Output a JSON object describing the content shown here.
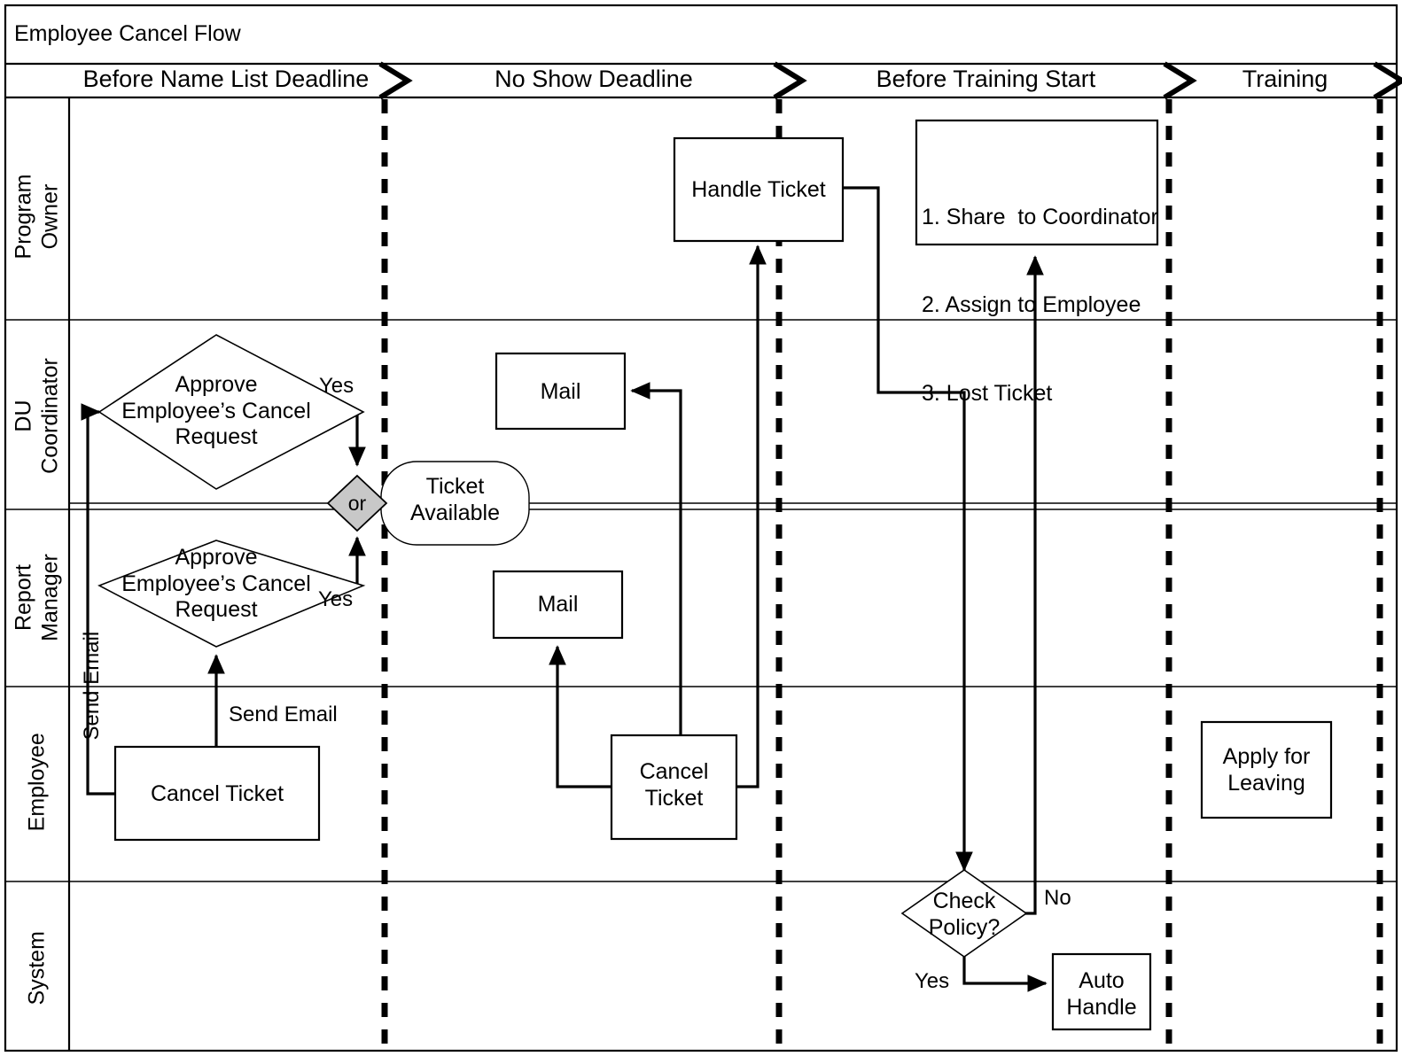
{
  "diagram": {
    "title": "Employee Cancel Flow",
    "type": "swimlane-flowchart",
    "phases": [
      {
        "id": "phase-before-name-list-deadline",
        "label": "Before Name List Deadline"
      },
      {
        "id": "phase-no-show-deadline",
        "label": "No Show Deadline"
      },
      {
        "id": "phase-before-training-start",
        "label": "Before Training Start"
      },
      {
        "id": "phase-training",
        "label": "Training"
      }
    ],
    "lanes": [
      {
        "id": "lane-program-owner",
        "label": "Program\nOwner"
      },
      {
        "id": "lane-du-coordinator",
        "label": "DU\nCoordinator"
      },
      {
        "id": "lane-report-manager",
        "label": "Report\nManager"
      },
      {
        "id": "lane-employee",
        "label": "Employee"
      },
      {
        "id": "lane-system",
        "label": "System"
      }
    ],
    "nodes": [
      {
        "id": "node-handle-ticket",
        "shape": "rect",
        "lane": "lane-program-owner",
        "phase": "phase-no-show-deadline",
        "label": "Handle Ticket"
      },
      {
        "id": "node-owner-actions",
        "shape": "rect-list",
        "lane": "lane-program-owner",
        "phase": "phase-before-training-start",
        "lines": [
          "1. Share  to Coordinator",
          "2. Assign to Employee",
          "3. Lost Ticket"
        ]
      },
      {
        "id": "node-approve-du",
        "shape": "diamond",
        "lane": "lane-du-coordinator",
        "phase": "phase-before-name-list-deadline",
        "label": "Approve\nEmployee’s Cancel\nRequest"
      },
      {
        "id": "node-mail-du",
        "shape": "rect",
        "lane": "lane-du-coordinator",
        "phase": "phase-no-show-deadline",
        "label": "Mail"
      },
      {
        "id": "node-or-gateway",
        "shape": "diamond-small",
        "label": "or",
        "fill": "#c8c8c8"
      },
      {
        "id": "node-ticket-available",
        "shape": "rounded-rect",
        "label": "Ticket\nAvailable"
      },
      {
        "id": "node-approve-manager",
        "shape": "diamond",
        "lane": "lane-report-manager",
        "phase": "phase-before-name-list-deadline",
        "label": "Approve\nEmployee’s Cancel\nRequest"
      },
      {
        "id": "node-mail-manager",
        "shape": "rect",
        "lane": "lane-report-manager",
        "phase": "phase-no-show-deadline",
        "label": "Mail"
      },
      {
        "id": "node-cancel-ticket-early",
        "shape": "rect",
        "lane": "lane-employee",
        "phase": "phase-before-name-list-deadline",
        "label": "Cancel Ticket"
      },
      {
        "id": "node-cancel-ticket-noshow",
        "shape": "rect",
        "lane": "lane-employee",
        "phase": "phase-no-show-deadline",
        "label": "Cancel\nTicket"
      },
      {
        "id": "node-apply-for-leaving",
        "shape": "rect",
        "lane": "lane-employee",
        "phase": "phase-training",
        "label": "Apply for\nLeaving"
      },
      {
        "id": "node-check-policy",
        "shape": "diamond",
        "lane": "lane-system",
        "phase": "phase-before-training-start",
        "label": "Check\nPolicy?"
      },
      {
        "id": "node-auto-handle",
        "shape": "rect",
        "lane": "lane-system",
        "phase": "phase-before-training-start",
        "label": "Auto\nHandle"
      }
    ],
    "edge_labels": [
      {
        "id": "edge-label-yes-du",
        "text": "Yes"
      },
      {
        "id": "edge-label-yes-manager",
        "text": "Yes"
      },
      {
        "id": "edge-label-send-email-vertical",
        "text": "Send Email"
      },
      {
        "id": "edge-label-send-email",
        "text": "Send Email"
      },
      {
        "id": "edge-label-no-policy",
        "text": "No"
      },
      {
        "id": "edge-label-yes-policy",
        "text": "Yes"
      }
    ],
    "colors": {
      "stroke": "#000000",
      "background": "#ffffff",
      "gateway_fill": "#c8c8c8",
      "thin_stroke": "#000000"
    }
  }
}
